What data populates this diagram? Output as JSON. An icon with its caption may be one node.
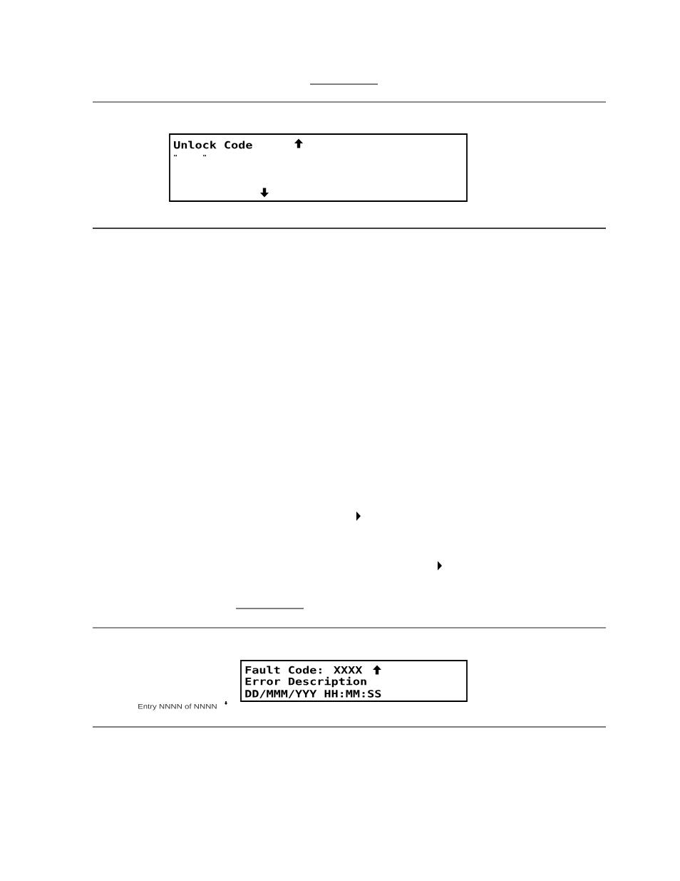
{
  "diagram": {
    "nodes": [
      {
        "text": [
          "Unlock Code",
          "\"",
          "\""
        ]
      },
      {
        "text": [
          "Fault Code: XXXX",
          "Error Description",
          "DD/MMM/YYY HH:MM:SS"
        ],
        "beside": [
          "Entry NNNN of NNNN"
        ]
      }
    ]
  }
}
